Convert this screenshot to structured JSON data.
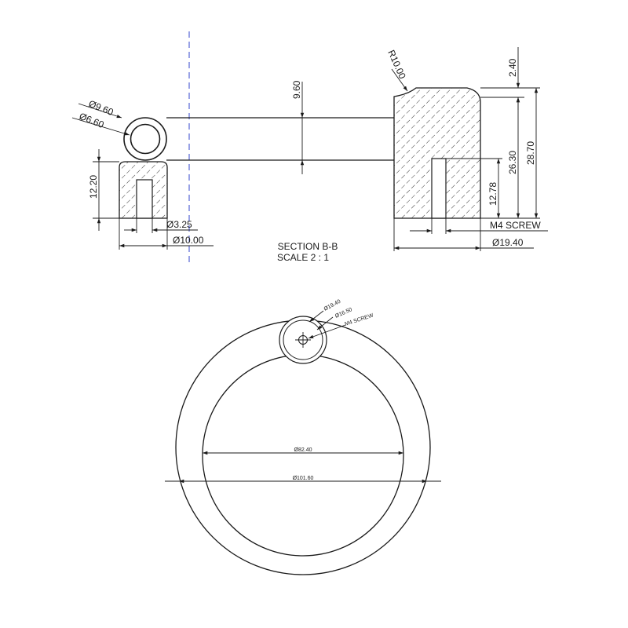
{
  "section_view": {
    "title": "SECTION B-B",
    "scale": "SCALE 2 : 1",
    "dims": {
      "tube_outer": "Ø9.60",
      "tube_inner": "Ø6.60",
      "tube_height": "9.60",
      "left_block_height": "12.20",
      "left_hole": "Ø3.25",
      "left_block_width": "Ø10.00",
      "radius": "R10.00",
      "top_offset": "2.40",
      "height_26": "26.30",
      "height_28": "28.70",
      "hole_depth": "12.78",
      "screw": "M4 SCREW",
      "right_block_width": "Ø19.40"
    }
  },
  "top_view": {
    "boss_outer": "Ø19.40",
    "boss_inner": "Ø16.50",
    "screw": "M4 SCREW",
    "ring_inner": "Ø82.40",
    "ring_outer": "Ø101.60"
  }
}
